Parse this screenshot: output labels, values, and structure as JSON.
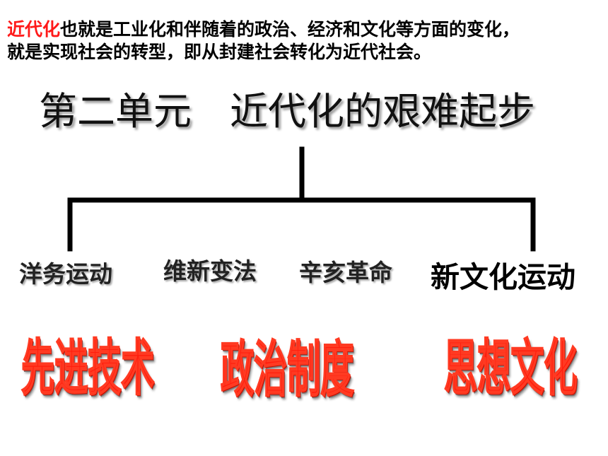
{
  "intro": {
    "highlight": "近代化",
    "line1_rest": "也就是工业化和伴随着的政治、经济和文化等方面的变化，",
    "line2": "就是实现社会的转型，即从封建社会转化为近代社会。"
  },
  "title": "第二单元　近代化的艰难起步",
  "branches": [
    "洋务运动",
    "维新变法",
    "辛亥革命",
    "新文化运动"
  ],
  "aspects": [
    "先进技术",
    "政治制度",
    "思想文化"
  ],
  "colors": {
    "highlight": "#ff1a1a",
    "aspect_text": "#ff1d0d",
    "tree_lines": "#000000"
  }
}
